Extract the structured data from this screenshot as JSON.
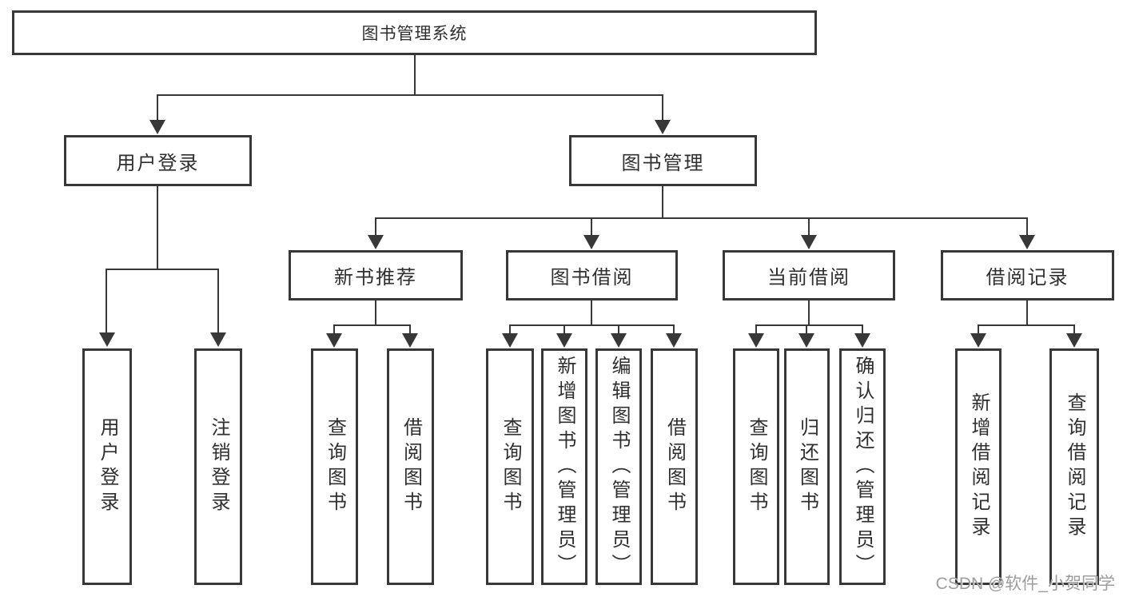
{
  "tree": {
    "root": {
      "label": "图书管理系统"
    },
    "branches": [
      {
        "label": "用户登录",
        "leaves": [
          {
            "label": "用户登录"
          },
          {
            "label": "注销登录"
          }
        ]
      },
      {
        "label": "图书管理",
        "groups": [
          {
            "label": "新书推荐",
            "leaves": [
              {
                "label": "查询图书"
              },
              {
                "label": "借阅图书"
              }
            ]
          },
          {
            "label": "图书借阅",
            "leaves": [
              {
                "label": "查询图书"
              },
              {
                "label": "新增图书（管理员）"
              },
              {
                "label": "编辑图书（管理员）"
              },
              {
                "label": "借阅图书"
              }
            ]
          },
          {
            "label": "当前借阅",
            "leaves": [
              {
                "label": "查询图书"
              },
              {
                "label": "归还图书"
              },
              {
                "label": "确认归还（管理员）"
              }
            ]
          },
          {
            "label": "借阅记录",
            "leaves": [
              {
                "label": "新增借阅记录"
              },
              {
                "label": "查询借阅记录"
              }
            ]
          }
        ]
      }
    ]
  },
  "watermark": {
    "text": "CSDN @软件_小贺同学"
  },
  "colors": {
    "line": "#383838",
    "text": "#2f2f2f",
    "background": "#ffffff",
    "watermark": "#9d9d9d"
  }
}
